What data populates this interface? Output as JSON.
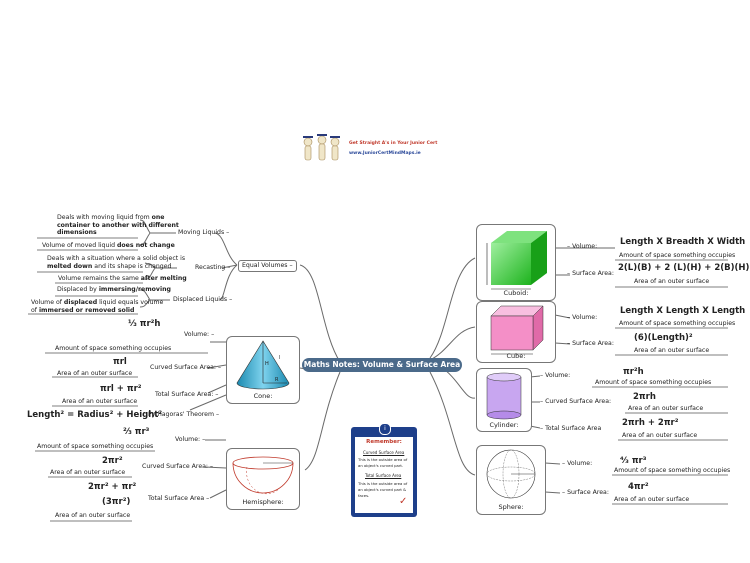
{
  "logo": {
    "tagline": "Get Straight A's in Your Junior Cert",
    "url": "www.JuniorCertMindMaps.ie"
  },
  "central": "Maths Notes: Volume & Surface Area",
  "equal_volumes": {
    "title": "Equal Volumes",
    "moving_liquids": {
      "label": "Moving Liquids",
      "note1_a": "Deals with moving liquid from",
      "note1_b": "one",
      "note1_c": "container to another with",
      "note1_d": "different",
      "note1_e": "dimensions",
      "note2_a": "Volume of moved liquid",
      "note2_b": "does not change"
    },
    "recasting": {
      "label": "Recasting",
      "note1_a": "Deals with a situation where a solid object is",
      "note1_b": "melted down",
      "note1_c": "and its shape is changed",
      "note2_a": "Volume remains the same",
      "note2_b": "after melting"
    },
    "displaced": {
      "label": "Displaced Liquids",
      "note1_a": "Displaced by",
      "note1_b": "immersing/removing",
      "note2_a": "Volume of",
      "note2_b": "displaced",
      "note2_c": "liquid equals volume",
      "note2_d": "of",
      "note2_e": "immersed or removed solid"
    }
  },
  "cone": {
    "label": "Cone:",
    "volume": {
      "label": "Volume:",
      "formula": "⅓ πr²h",
      "note": "Amount of space something occupies"
    },
    "curved": {
      "label": "Curved Surface Area:",
      "formula": "πrl",
      "note": "Area of an outer surface"
    },
    "total": {
      "label": "Total Surface Area:",
      "formula": "πrl + πr²",
      "note": "Area of an outer surface"
    },
    "pyth": {
      "label": "Pythagoras' Theorem",
      "formula": "Length² = Radius² + Height²"
    }
  },
  "hemisphere": {
    "label": "Hemisphere:",
    "volume": {
      "label": "Volume:",
      "formula": "⅔ πr³",
      "note": "Amount of space something occupies"
    },
    "curved": {
      "label": "Curved Surface Area:",
      "formula": "2πr²",
      "note": "Area of an outer surface"
    },
    "total": {
      "label": "Total Surface Area",
      "formula1": "2πr² + πr²",
      "formula2": "(3πr²)",
      "note": "Area of an outer surface"
    }
  },
  "cuboid": {
    "label": "Cuboid:",
    "volume": {
      "label": "Volume:",
      "formula": "Length X Breadth X Width",
      "note": "Amount of space something occupies"
    },
    "surface": {
      "label": "Surface Area:",
      "formula": "2(L)(B) + 2 (L)(H) + 2(B)(H)",
      "note": "Area of an outer surface"
    }
  },
  "cube": {
    "label": "Cube:",
    "volume": {
      "label": "Volume:",
      "formula": "Length X Length X Length",
      "note": "Amount of space something occupies"
    },
    "surface": {
      "label": "Surface Area:",
      "formula": "(6)(Length)²",
      "note": "Area of an outer surface"
    }
  },
  "cylinder": {
    "label": "Cylinder:",
    "volume": {
      "label": "Volume:",
      "formula": "πr²h",
      "note": "Amount of space something occupies"
    },
    "curved": {
      "label": "Curved Surface Area:",
      "formula": "2πrh",
      "note": "Area of an outer surface"
    },
    "total": {
      "label": "Total Surface Area",
      "formula": "2πrh + 2πr²",
      "note": "Area of an outer surface"
    }
  },
  "sphere": {
    "label": "Sphere:",
    "volume": {
      "label": "Volume:",
      "formula": "⁴⁄₃ πr³",
      "note": "Amount of space something occupies"
    },
    "surface": {
      "label": "Surface Area:",
      "formula": "4πr²",
      "note": "Area of an outer surface"
    }
  },
  "remember": {
    "title": "Remember:",
    "l1": "Curved Surface Area",
    "l2": "This is the outside area of",
    "l3": "an object's curved part.",
    "l4": "Total Surface Area",
    "l5": "This is the outside area of",
    "l6": "an object's curved part &",
    "l7": "faces."
  }
}
